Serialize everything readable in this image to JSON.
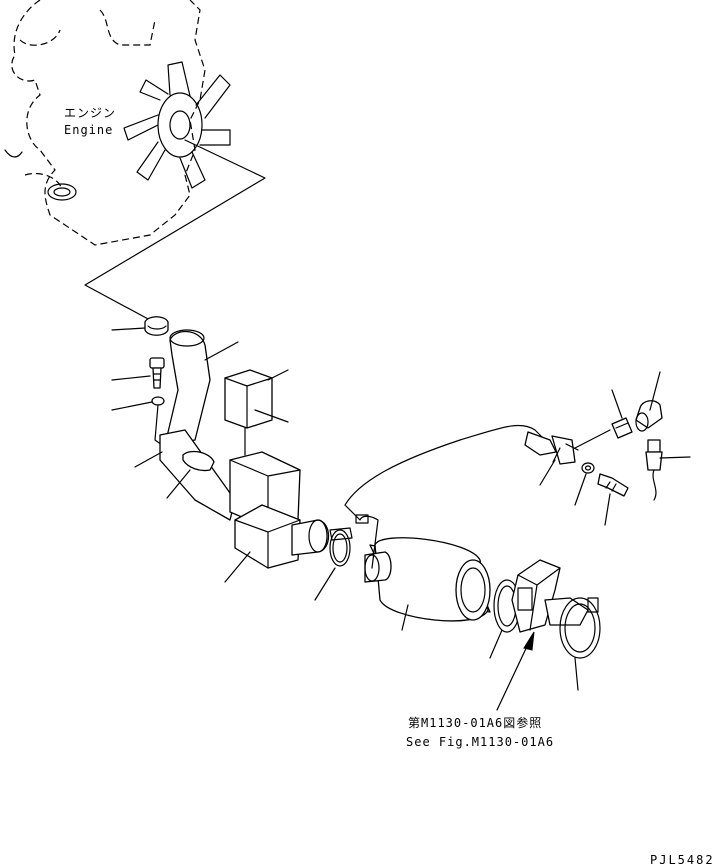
{
  "labels": {
    "engine_jp": "エンジン",
    "engine_en": "Engine",
    "ref_jp": "第M1130-01A6図参照",
    "ref_en": "See Fig.M1130-01A6",
    "drawing_code": "PJL5482"
  },
  "colors": {
    "line": "#000000",
    "background": "#ffffff"
  }
}
